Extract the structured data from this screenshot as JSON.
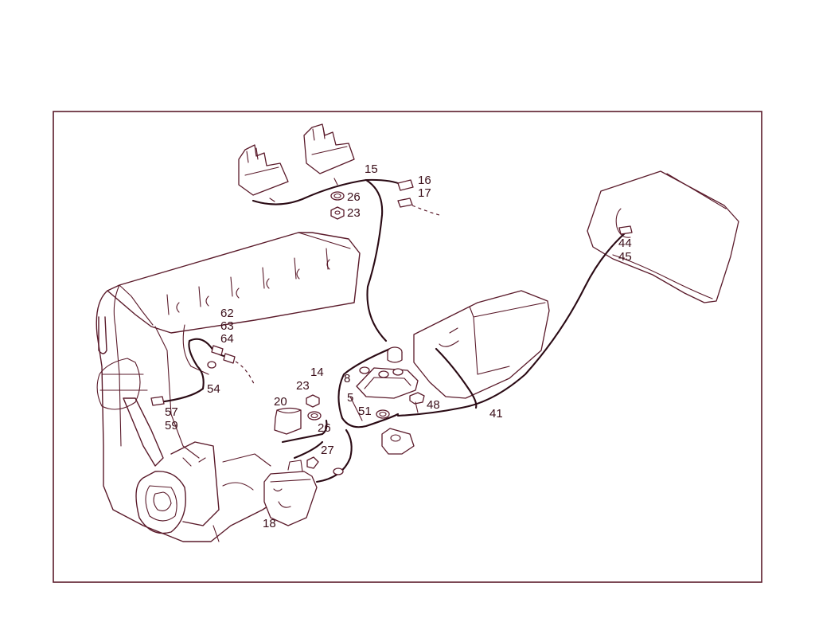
{
  "callouts": {
    "c15": "15",
    "c16": "16",
    "c17": "17",
    "c26a": "26",
    "c23a": "23",
    "c44": "44",
    "c45": "45",
    "c62": "62",
    "c63": "63",
    "c64": "64",
    "c14": "14",
    "c8": "8",
    "c5": "5",
    "c23b": "23",
    "c20": "20",
    "c26b": "26",
    "c51": "51",
    "c48": "48",
    "c41": "41",
    "c54": "54",
    "c57": "57",
    "c59": "59",
    "c27": "27",
    "c18": "18"
  },
  "colors": {
    "line": "#5a1a2a",
    "wire": "#2a0a14",
    "text": "#3a0d18"
  }
}
